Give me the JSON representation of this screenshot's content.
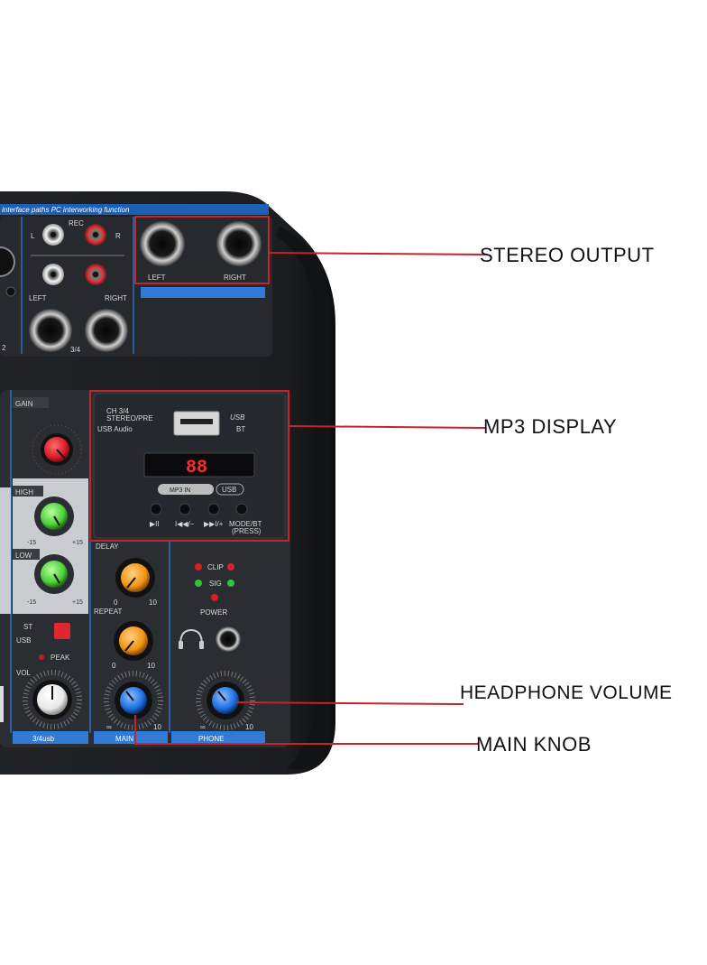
{
  "callouts": {
    "stereo_output": "STEREO OUTPUT",
    "mp3_display": "MP3 DISPLAY",
    "headphone_volume": "HEADPHONE VOLUME",
    "main_knob": "MAIN KNOB"
  },
  "device": {
    "top_strip_text": "interface paths PC interworking function",
    "rec_label": "REC",
    "l_label": "L",
    "r_label": "R",
    "left_label": "LEFT",
    "right_label": "RIGHT",
    "left_label_2": "LEFT",
    "right_label_2": "RIGHT",
    "ch_34_label": "3/4",
    "ch_2_label": "2",
    "gain_label": "GAIN",
    "high_label": "HIGH",
    "low_label": "LOW",
    "eq_min": "-15",
    "eq_max": "+15",
    "st_label": "ST",
    "usb_label": "USB",
    "peak_label": "PEAK",
    "vol_label": "VOL",
    "ch34_strip": "3/4usb",
    "main_strip": "MAIN",
    "phone_strip": "PHONE",
    "delay_label": "DELAY",
    "repeat_label": "REPEAT",
    "knob_min": "0",
    "knob_max": "10",
    "infinity_min": "∞",
    "clip_label": "CLIP",
    "sig_label": "SIG",
    "power_label": "POWER",
    "usb_bt_1": "USB",
    "usb_bt_2": "BT",
    "route_1": "CH 3/4",
    "route_2": "STEREO/PRE",
    "route_3": "USB Audio",
    "display_digits": "88",
    "mp3_in_label": "MP3 IN",
    "usb_badge": "USB",
    "btn_play": "▶II",
    "btn_prev": "I◀◀/−",
    "btn_next": "▶▶I/+",
    "btn_mode_1": "MODE/BT",
    "btn_mode_2": "(PRESS)"
  },
  "colors": {
    "body": "#1f2225",
    "panel": "#2a2e33",
    "annotation_red": "#c4242b",
    "accent_blue": "#2f7bd6",
    "display_red": "#ff2a2a",
    "knob_red": "#d91e2a",
    "knob_green": "#4fcf3a",
    "knob_orange": "#f29411",
    "knob_blue": "#1d6fe0"
  }
}
